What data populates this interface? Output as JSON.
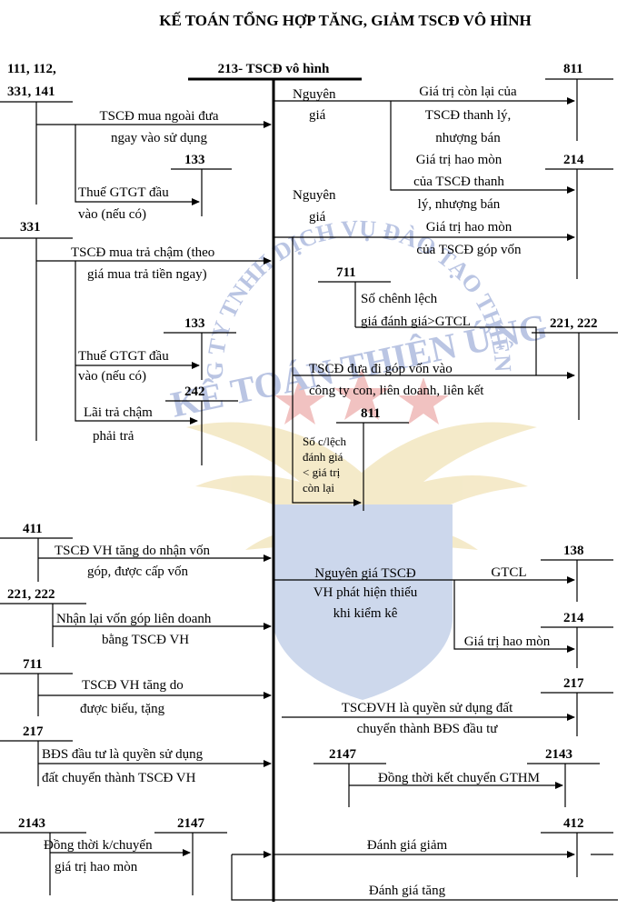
{
  "title": "KẾ TOÁN TỔNG HỢP TĂNG, GIẢM TSCĐ VÔ HÌNH",
  "center_account": "213- TSCĐ vô hình",
  "watermark": {
    "arc_text": "CÔNG TY TNHH DỊCH VỤ ĐÀO TẠO THIÊN ỨNG",
    "main_text": "KẾ TOÁN THIÊN ỨNG",
    "colors": {
      "blue": "#3d5bb0",
      "red": "#d9534f",
      "gold": "#e2c468",
      "shield": "#6f8fc9"
    }
  },
  "accounts": {
    "a111": "111, 112,",
    "a331_141": "331, 141",
    "a133_1": "133",
    "a331": "331",
    "a133_2": "133",
    "a242": "242",
    "a411": "411",
    "a221_222_left": "221, 222",
    "a711_left": "711",
    "a217_left": "217",
    "a2143_left": "2143",
    "a2147_left": "2147",
    "a811_top": "811",
    "a214_top": "214",
    "a711_mid": "711",
    "a221_222_right": "221, 222",
    "a811_mid": "811",
    "a138": "138",
    "a214_mid": "214",
    "a217_right": "217",
    "a2147_mid": "2147",
    "a2143_right": "2143",
    "a412": "412"
  },
  "labels": {
    "l_mua_ngoai_1": "TSCĐ mua ngoài đưa",
    "l_mua_ngoai_2": "ngay vào sử dụng",
    "l_thue1_1": "Thuế GTGT đầu",
    "l_thue1_2": "vào (nếu có)",
    "l_tra_cham_1": "TSCĐ mua trả chậm (theo",
    "l_tra_cham_2": "giá mua trả tiền ngay)",
    "l_thue2_1": "Thuế GTGT đầu",
    "l_thue2_2": "vào (nếu có)",
    "l_lai_1": "Lãi trả chậm",
    "l_lai_2": "phải trả",
    "l_411_1": "TSCĐ VH tăng do nhận vốn",
    "l_411_2": "góp, được cấp vốn",
    "l_nhan_lai_1": "Nhận lại vốn góp liên doanh",
    "l_nhan_lai_2": "bằng TSCĐ VH",
    "l_bieu_1": "TSCĐ VH tăng do",
    "l_bieu_2": "được biếu, tặng",
    "l_bds_1": "BĐS đầu tư là quyền sử dụng",
    "l_bds_2": "đất chuyển thành TSCĐ VH",
    "l_dong_thoi_1": "Đồng thời k/chuyển",
    "l_dong_thoi_2": "giá trị hao mòn",
    "l_ng1_1": "Nguyên",
    "l_ng1_2": "giá",
    "l_gtcl_1": "Giá trị còn lại của",
    "l_gtcl_2": "TSCĐ thanh lý,",
    "l_gtcl_3": "nhượng bán",
    "l_ghm_1": "Giá trị hao mòn",
    "l_ghm_2": "của TSCĐ thanh",
    "l_ghm_3": "lý, nhượng bán",
    "l_ng2_1": "Nguyên",
    "l_ng2_2": "giá",
    "l_ghm_gv_1": "Giá trị hao mòn",
    "l_ghm_gv_2": "của TSCĐ góp vốn",
    "l_clech_1": "Số chênh lệch",
    "l_clech_2": "giá đánh giá>GTCL",
    "l_gop_von_1": "TSCĐ đưa đi góp vốn vào",
    "l_gop_von_2": "công ty con, liên doanh, liên kết",
    "l_so_c_1": "Số c/lệch",
    "l_so_c_2": "đánh giá",
    "l_so_c_3": "< giá trị",
    "l_so_c_4": "còn lại",
    "l_thieu_1": "Nguyên giá TSCĐ",
    "l_thieu_2": "VH phát hiện thiếu",
    "l_thieu_3": "khi kiểm kê",
    "l_gtcl_short": "GTCL",
    "l_ghm_short": "Giá trị hao mòn",
    "l_qsd_1": "TSCĐVH là quyền sử dụng đất",
    "l_qsd_2": "chuyển thành BĐS đầu tư",
    "l_dt_ghm": "Đồng thời kết chuyển GTHM",
    "l_danh_gia_giam": "Đánh giá giảm",
    "l_danh_gia_tang": "Đánh giá tăng"
  }
}
